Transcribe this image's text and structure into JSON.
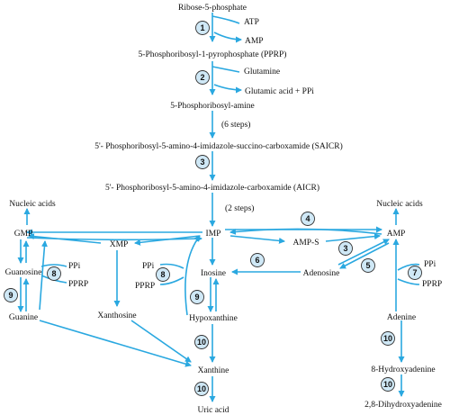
{
  "nodes": {
    "ribose5p": "Ribose-5-phosphate",
    "atp": "ATP",
    "amp_top": "AMP",
    "prpp": "5-Phosphoribosyl-1-pyrophosphate (PPRP)",
    "glutamine": "Glutamine",
    "glutamic": "Glutamic acid + PPi",
    "pra": "5-Phosphoribosyl-amine",
    "six_steps": "(6 steps)",
    "saicr": "5'- Phosphoribosyl-5-amino-4-imidazole-succino-carboxamide (SAICR)",
    "aicr": "5'- Phosphoribosyl-5-amino-4-imidazole-carboxamide (AICR)",
    "two_steps": "(2 steps)",
    "imp": "IMP",
    "nucleic_left": "Nucleic acids",
    "nucleic_right": "Nucleic acids",
    "gmp": "GMP",
    "xmp": "XMP",
    "amps": "AMP-S",
    "amp": "AMP",
    "guanosine": "Guanosine",
    "guanine": "Guanine",
    "ppi_g": "PPi",
    "pprp_g": "PPRP",
    "xanthosine": "Xanthosine",
    "ppi_i": "PPi",
    "pprp_i": "PPRP",
    "inosine": "Inosine",
    "hypoxanthine": "Hypoxanthine",
    "adenosine": "Adenosine",
    "ppi_a": "PPi",
    "pprp_a": "PPRP",
    "adenine": "Adenine",
    "xanthine": "Xanthine",
    "uric": "Uric acid",
    "hydroxy8": "8-Hydroxyadenine",
    "dihydroxy": "2,8-Dihydroxyadenine"
  },
  "steps": {
    "s1": "1",
    "s2": "2",
    "s3a": "3",
    "s4": "4",
    "s3b": "3",
    "s5": "5",
    "s6": "6",
    "s7": "7",
    "s8a": "8",
    "s8b": "8",
    "s9a": "9",
    "s9b": "9",
    "s10a": "10",
    "s10b": "10",
    "s10c": "10",
    "s10d": "10"
  },
  "colors": {
    "arrow": "#2aa8e0",
    "step_fill": "#cfe8f6"
  }
}
